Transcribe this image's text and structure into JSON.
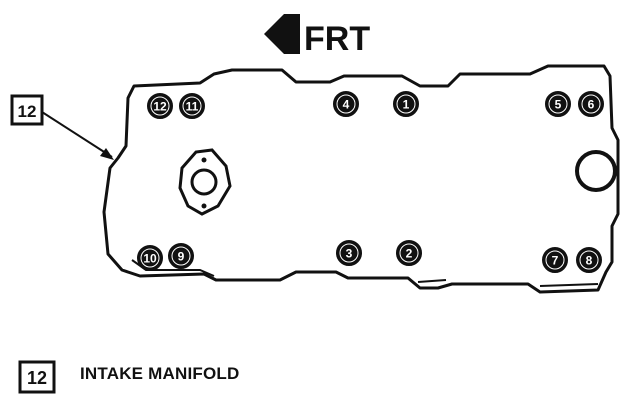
{
  "direction_label": "FRT",
  "callout_number": "12",
  "legend": {
    "number": "12",
    "text": "INTAKE MANIFOLD"
  },
  "bolts": [
    {
      "id": 1,
      "label": "1"
    },
    {
      "id": 2,
      "label": "2"
    },
    {
      "id": 3,
      "label": "3"
    },
    {
      "id": 4,
      "label": "4"
    },
    {
      "id": 5,
      "label": "5"
    },
    {
      "id": 6,
      "label": "6"
    },
    {
      "id": 7,
      "label": "7"
    },
    {
      "id": 8,
      "label": "8"
    },
    {
      "id": 9,
      "label": "9"
    },
    {
      "id": 10,
      "label": "10"
    },
    {
      "id": 11,
      "label": "11"
    },
    {
      "id": 12,
      "label": "12"
    }
  ]
}
